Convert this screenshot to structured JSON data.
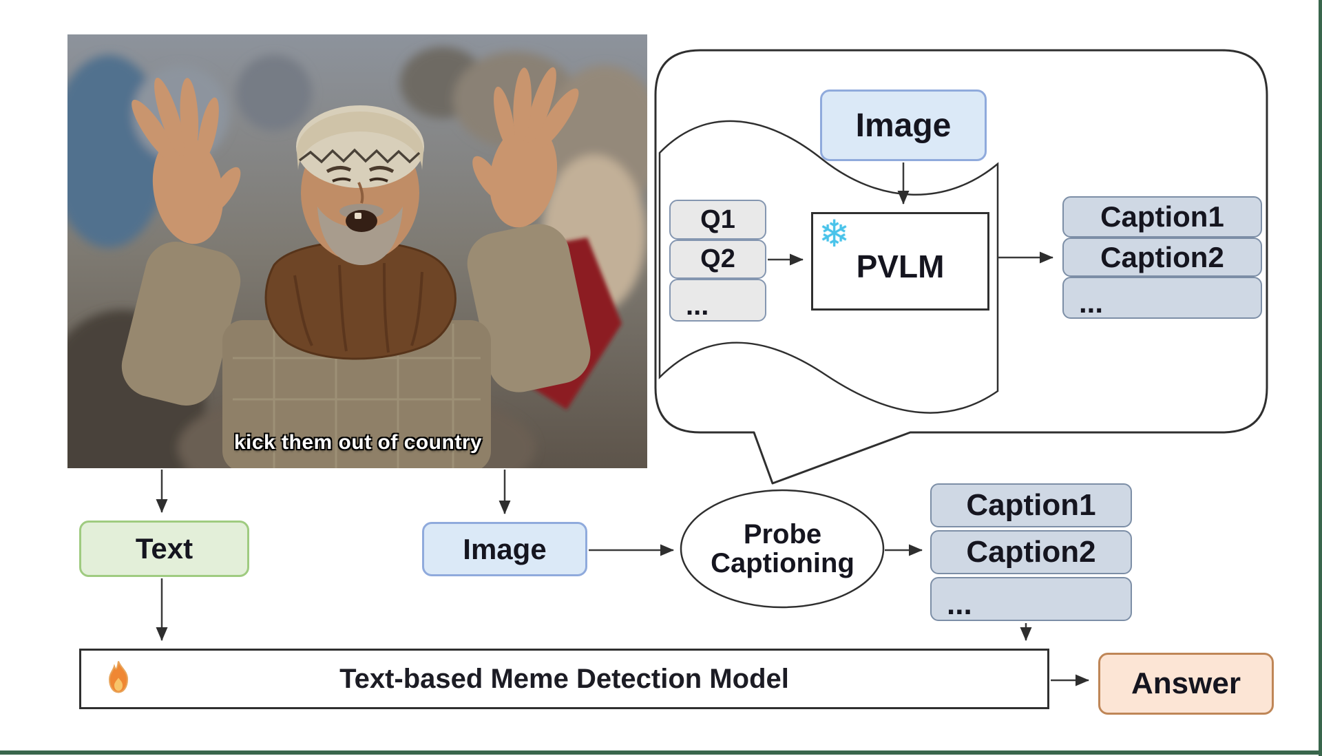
{
  "figure": {
    "meme": {
      "caption": "kick them out of country"
    },
    "callout": {
      "image_label": "Image",
      "q_labels": [
        "Q1",
        "Q2",
        "..."
      ],
      "pvlm_label": "PVLM",
      "snowflake_char": "❄",
      "caption_labels": [
        "Caption1",
        "Caption2",
        "..."
      ]
    },
    "pipeline": {
      "text_label": "Text",
      "image_label": "Image",
      "probe_line1": "Probe",
      "probe_line2": "Captioning",
      "caption_labels": [
        "Caption1",
        "Caption2",
        "..."
      ],
      "model_label": "Text-based Meme Detection Model",
      "answer_label": "Answer"
    },
    "colors": {
      "blue_fill": "#dbe9f7",
      "blue_border": "#8faadc",
      "green_fill": "#e3efd9",
      "green_border": "#9fcb80",
      "gray_fill": "#e9e9e9",
      "caption_fill": "#cfd8e4",
      "caption_border": "#7c8ea6",
      "peach_fill": "#fce5d5",
      "peach_border": "#bf8657",
      "outline": "#2f2f2f",
      "frame_green": "#39664c",
      "snowflake_cyan": "#49c3ea"
    }
  }
}
